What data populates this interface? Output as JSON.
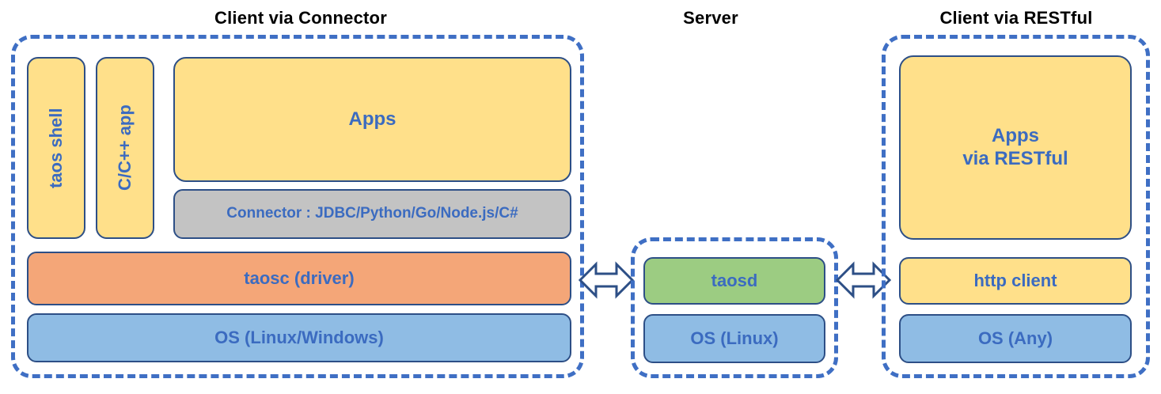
{
  "diagram": {
    "title_left": "Client via Connector",
    "title_center": "Server",
    "title_right": "Client via RESTful",
    "colors": {
      "dashed_border": "#3f6fc4",
      "box_border": "#2d4f86",
      "text": "#3b6bc0",
      "yellow": "#ffe08a",
      "orange": "#f4a678",
      "blue": "#8fbce4",
      "green": "#9ccc82",
      "gray": "#c3c3c3",
      "caption": "#000000"
    }
  },
  "left_panel": {
    "taos_shell": "taos shell",
    "c_cpp_app": "C/C++ app",
    "apps": "Apps",
    "connector": "Connector : JDBC/Python/Go/Node.js/C#",
    "taosc": "taosc (driver)",
    "os": "OS (Linux/Windows)"
  },
  "center_panel": {
    "taosd": "taosd",
    "os": "OS (Linux)"
  },
  "right_panel": {
    "apps": "Apps\nvia RESTful",
    "http_client": "http client",
    "os": "OS (Any)"
  },
  "arrows": {
    "left_link": "double-headed-arrow",
    "right_link": "double-headed-arrow"
  }
}
